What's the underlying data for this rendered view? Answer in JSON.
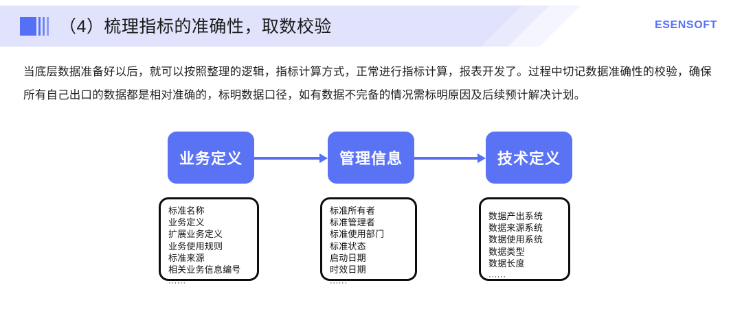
{
  "header": {
    "title": "（4）梳理指标的准确性，取数校验",
    "brand": "ESENSOFT",
    "marker_icon": "square-bars-icon",
    "band_color": "#E0E3FB",
    "accent_color": "#5570F6"
  },
  "body": {
    "paragraph": "当底层数据准备好以后，就可以按照整理的逻辑，指标计算方式，正常进行指标计算，报表开发了。过程中切记数据准确性的校验，确保所有自己出口的数据都是相对准确的，标明数据口径，如有数据不完备的情况需标明原因及后续预计解决计划。"
  },
  "diagram": {
    "stage_color": "#5A73F5",
    "arrow_color": "#5570F6",
    "stages": [
      {
        "label": "业务定义",
        "details": [
          "标准名称",
          "业务定义",
          "扩展业务定义",
          "业务使用规则",
          "标准来源",
          "相关业务信息编号"
        ],
        "ellipsis": "······"
      },
      {
        "label": "管理信息",
        "details": [
          "标准所有者",
          "标准管理者",
          "标准使用部门",
          "标准状态",
          "启动日期",
          "时效日期"
        ],
        "ellipsis": "······"
      },
      {
        "label": "技术定义",
        "details": [
          "数据产出系统",
          "数据来源系统",
          "数据使用系统",
          "数据类型",
          "数据长度"
        ],
        "ellipsis": "······"
      }
    ],
    "arrows": [
      {
        "name": "arrow-business-to-management"
      },
      {
        "name": "arrow-management-to-technical"
      }
    ]
  }
}
